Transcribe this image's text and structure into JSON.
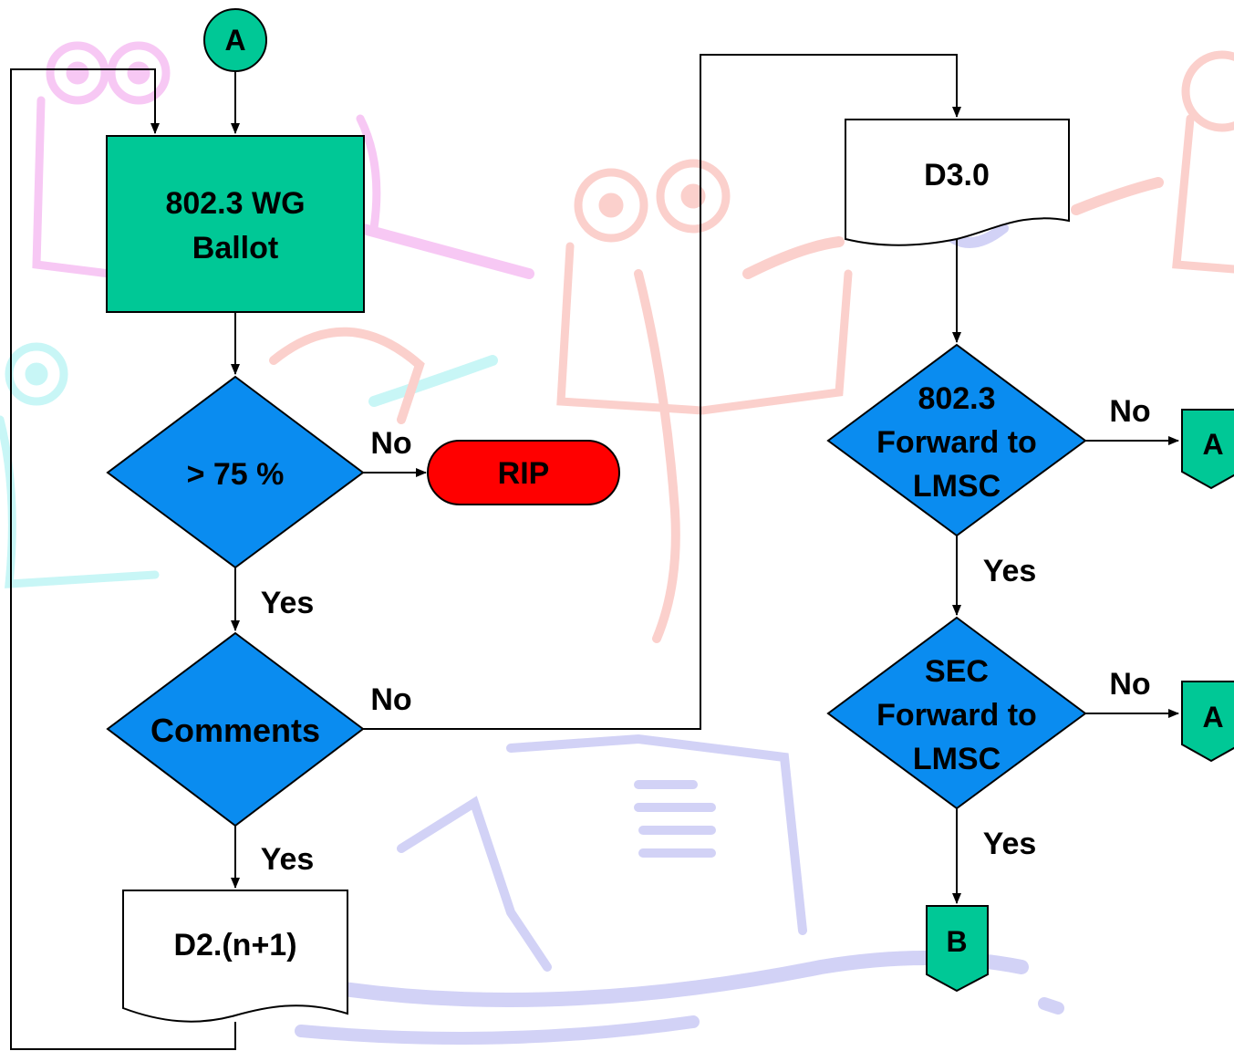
{
  "colors": {
    "green": "#00c896",
    "blue": "#0a8cf0",
    "red": "#ff0000",
    "line": "#000000",
    "document_fill": "#ffffff",
    "clipart_pink": "#f7c8f4",
    "clipart_salmon": "#fbd0cc",
    "clipart_cyan": "#c8f6f6",
    "clipart_lavender": "#d2d2f6"
  },
  "connectors": {
    "top": "A",
    "right_1": "A",
    "right_2": "A",
    "bottom": "B"
  },
  "nodes": {
    "ballot": [
      "802.3 WG",
      "Ballot"
    ],
    "threshold": "> 75 %",
    "rip": "RIP",
    "comments": "Comments",
    "d2": "D2.(n+1)",
    "d3": "D3.0",
    "forward_8023": [
      "802.3",
      "Forward to",
      "LMSC"
    ],
    "forward_sec": [
      "SEC",
      "Forward to",
      "LMSC"
    ]
  },
  "edge_labels": {
    "threshold_no": "No",
    "threshold_yes": "Yes",
    "comments_no": "No",
    "comments_yes": "Yes",
    "forward_8023_no": "No",
    "forward_8023_yes": "Yes",
    "forward_sec_no": "No",
    "forward_sec_yes": "Yes"
  },
  "background_icons": [
    "tape-recorder-clipart",
    "tape-recorder-clipart",
    "tape-recorder-clipart",
    "tape-recorder-clipart",
    "printer-clipart"
  ]
}
